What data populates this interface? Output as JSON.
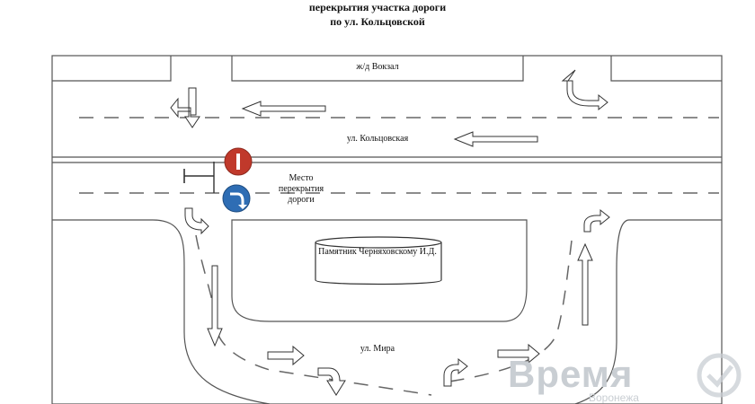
{
  "title": {
    "line1": "перекрытия участка дороги",
    "line2": "по ул. Кольцовской"
  },
  "labels": {
    "station": "ж/д Вокзал",
    "street": "ул. Кольцовская",
    "closure_place": "Место перекрытия дороги",
    "monument": "Памятник Черняховскому И.Д.",
    "mira": "ул. Мира"
  },
  "watermark": {
    "logo": "Время",
    "sub": "Воронежа"
  },
  "signs": {
    "no_entry_color": "#c0392b",
    "turn_right_color": "#2e6db4"
  }
}
